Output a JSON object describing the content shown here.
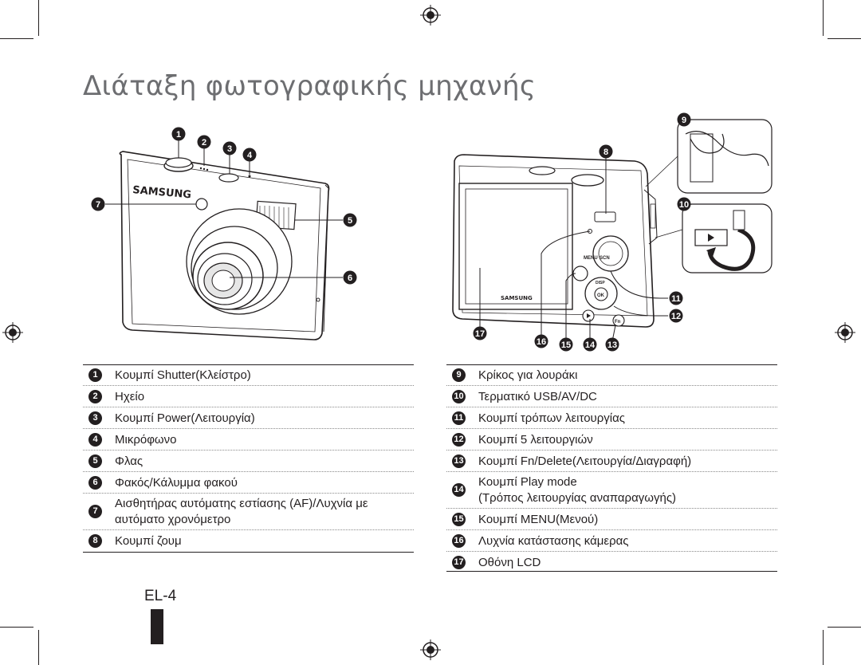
{
  "title": "Διάταξη φωτογραφικής μηχανής",
  "page_number": "EL-4",
  "front_view": {
    "brand_text": "SAMSUNG",
    "callouts": [
      "1",
      "2",
      "3",
      "4",
      "5",
      "6",
      "7"
    ]
  },
  "back_view": {
    "brand_text": "SAMSUNG",
    "button_texts": {
      "scn": "SCN",
      "menu": "MENU",
      "disp": "DISP",
      "ok": "OK",
      "fn": "Fn"
    },
    "callouts": [
      "8",
      "9",
      "10",
      "11",
      "12",
      "13",
      "14",
      "15",
      "16",
      "17"
    ]
  },
  "left_legend": [
    {
      "num": "1",
      "text": "Κουμπί Shutter(Κλείστρο)"
    },
    {
      "num": "2",
      "text": "Ηχείο"
    },
    {
      "num": "3",
      "text": "Κουμπί Power(Λειτουργία)"
    },
    {
      "num": "4",
      "text": "Μικρόφωνο"
    },
    {
      "num": "5",
      "text": "Φλας"
    },
    {
      "num": "6",
      "text": "Φακός/Κάλυμμα φακού"
    },
    {
      "num": "7",
      "text": "Αισθητήρας αυτόματης εστίασης (AF)/Λυχνία με",
      "text2": "αυτόματο χρονόμετρο"
    },
    {
      "num": "8",
      "text": "Κουμπί ζουμ"
    }
  ],
  "right_legend": [
    {
      "num": "9",
      "text": "Κρίκος για λουράκι"
    },
    {
      "num": "10",
      "text": "Τερματικό USB/AV/DC"
    },
    {
      "num": "11",
      "text": "Κουμπί τρόπων λειτουργίας"
    },
    {
      "num": "12",
      "text": "Κουμπί 5 λειτουργιών"
    },
    {
      "num": "13",
      "text": "Κουμπί Fn/Delete(Λειτουργία/Διαγραφή)"
    },
    {
      "num": "14",
      "text": "Κουμπί Play mode",
      "text2": "(Τρόπος λειτουργίας αναπαραγωγής)"
    },
    {
      "num": "15",
      "text": "Κουμπί MENU(Μενού)"
    },
    {
      "num": "16",
      "text": "Λυχνία κατάστασης κάμερας"
    },
    {
      "num": "17",
      "text": "Οθόνη LCD"
    }
  ]
}
